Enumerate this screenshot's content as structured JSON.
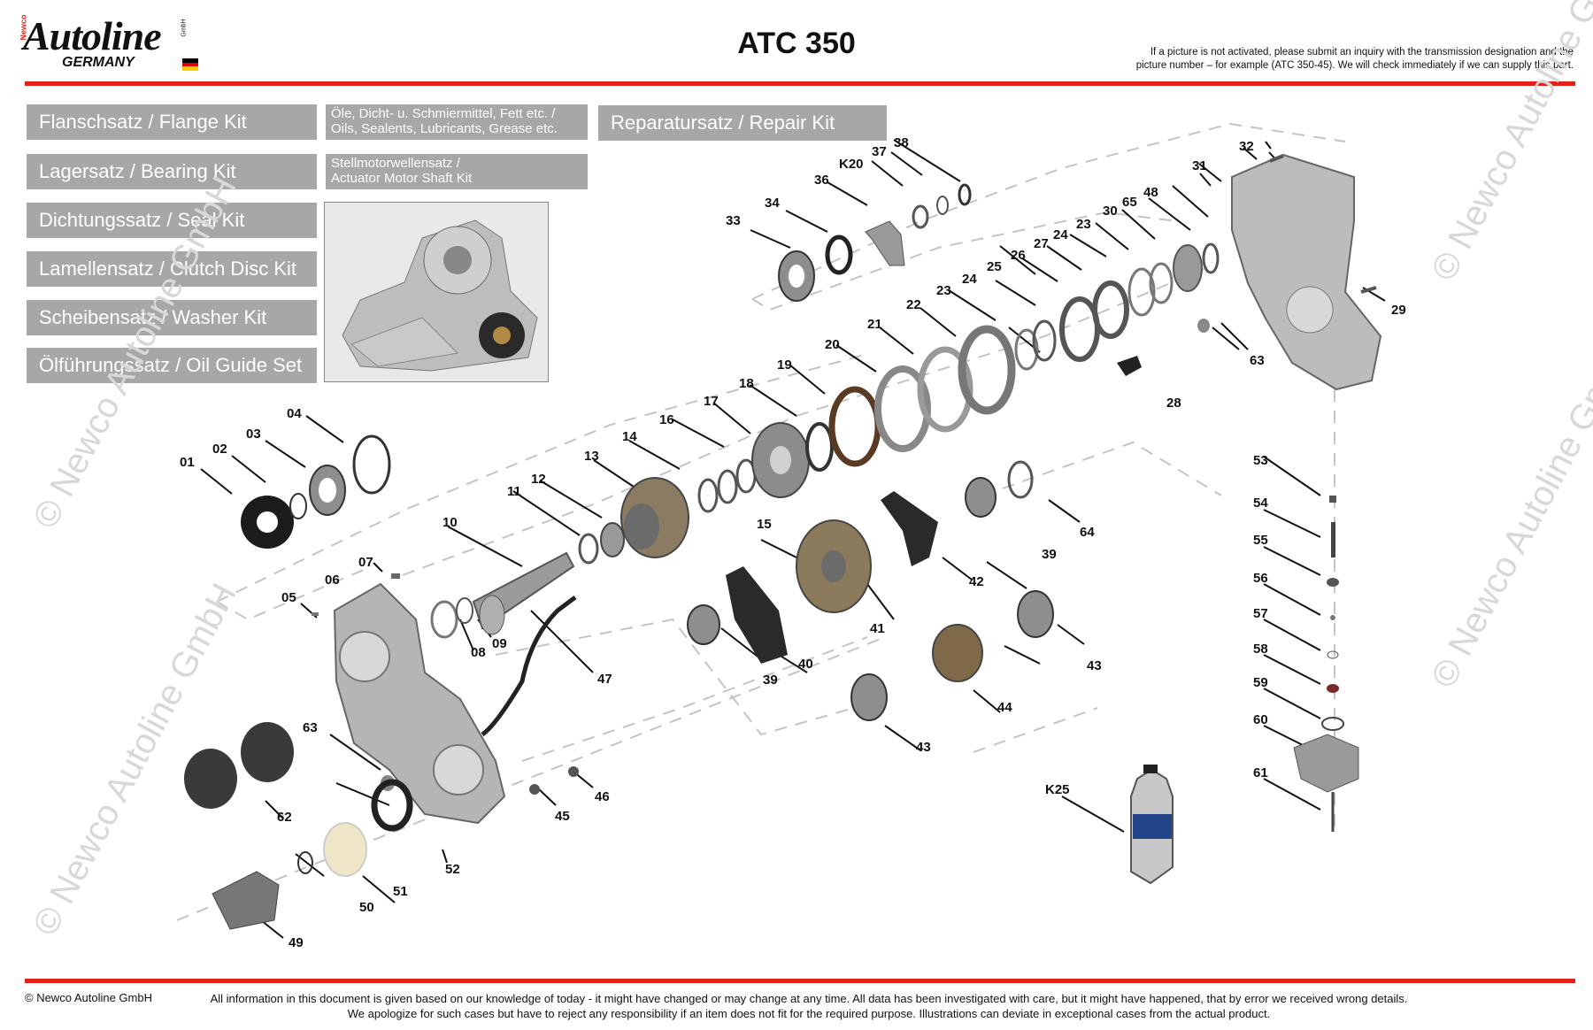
{
  "header": {
    "logo": {
      "newco": "Newco",
      "brand": "Autoline",
      "country": "GERMANY",
      "gmbh": "GmbH"
    },
    "title": "ATC 350",
    "note_line1": "If a picture is not activated, please submit an inquiry with the transmission designation and the",
    "note_line2": "picture number – for example (ATC 350-45). We will check immediately if we can supply this part."
  },
  "kits": {
    "flange": "Flanschsatz / Flange Kit",
    "bearing": "Lagersatz / Bearing Kit",
    "seal": "Dichtungssatz / Seal Kit",
    "clutch": "Lamellensatz / Clutch Disc Kit",
    "washer": "Scheibensatz / Washer Kit",
    "oilguide": "Ölführungssatz / Oil Guide Set",
    "oils_line1": "Öle, Dicht- u. Schmiermittel, Fett etc. /",
    "oils_line2": "Oils, Sealents, Lubricants, Grease etc.",
    "actuator_line1": "Stellmotorwellensatz /",
    "actuator_line2": "Actuator Motor Shaft Kit",
    "repair": "Reparatursatz / Repair Kit"
  },
  "colors": {
    "accent": "#e32119",
    "kit_bg": "#a7a7a7"
  },
  "watermark": "© Newco Autoline GmbH",
  "footer": {
    "copyright": "© Newco Autoline GmbH",
    "disclaimer_line1": "All information in this document is given based on our knowledge of today - it might have changed or may change at any time. All data has been investigated with care, but it might have happened, that by error we received wrong details.",
    "disclaimer_line2": "We apologize for such cases but have to reject any responsibility if an item does not fit for the required purpose. Illustrations can deviate in exceptional cases from the actual product."
  },
  "part_labels": [
    "01",
    "02",
    "03",
    "04",
    "05",
    "06",
    "07",
    "08",
    "09",
    "10",
    "11",
    "12",
    "13",
    "14",
    "15",
    "16",
    "17",
    "18",
    "19",
    "20",
    "21",
    "22",
    "23",
    "23",
    "24",
    "24",
    "25",
    "26",
    "27",
    "28",
    "29",
    "30",
    "31",
    "32",
    "33",
    "34",
    "36",
    "37",
    "38",
    "39",
    "39",
    "40",
    "41",
    "42",
    "43",
    "43",
    "44",
    "45",
    "46",
    "47",
    "48",
    "49",
    "50",
    "51",
    "52",
    "53",
    "54",
    "55",
    "56",
    "57",
    "58",
    "59",
    "60",
    "61",
    "62",
    "63",
    "63",
    "64",
    "65",
    "K20",
    "K25"
  ]
}
